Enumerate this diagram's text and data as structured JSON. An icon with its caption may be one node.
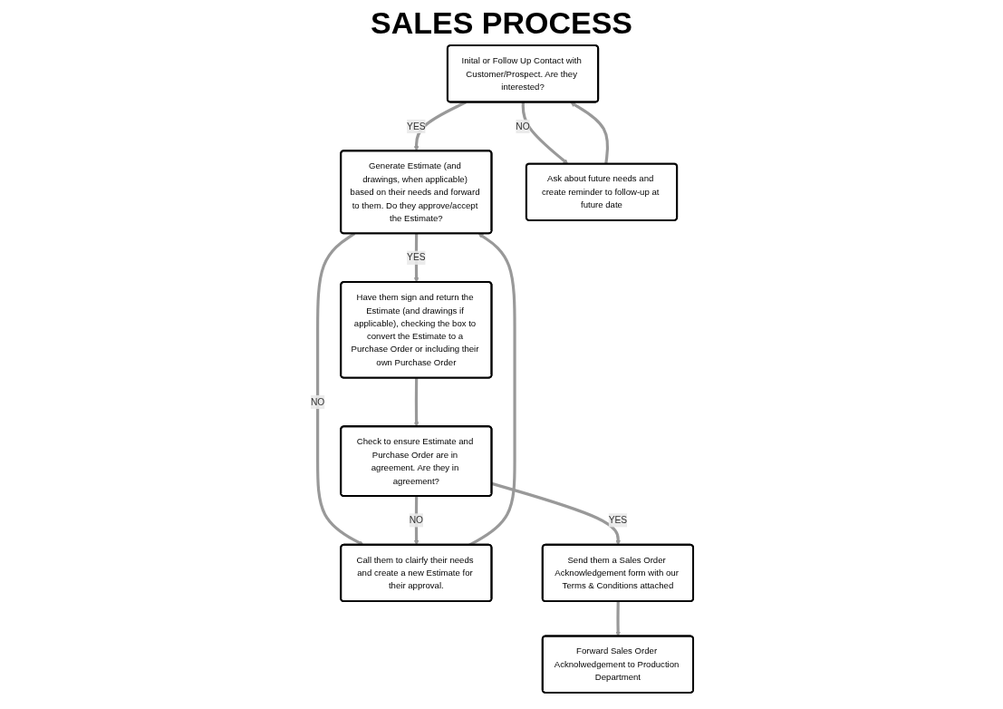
{
  "diagram": {
    "title": "SALES PROCESS",
    "nodes": [
      {
        "text": [
          "Inital or Follow Up Contact with Customer/Prospect. Are they interested?"
        ]
      },
      {
        "text": [
          "Generate Estimate (and drawings, when applicable) based on their needs and forward to them. Do they approve/accept the Estimate?"
        ]
      },
      {
        "text": [
          "Have them sign and return the Estimate (and drawings if applicable), checking the box to convert the Estimate to a Purchase Order or including their own Purchase Order"
        ]
      },
      {
        "text": [
          "Ask about future needs and create reminder to follow-up at future date"
        ]
      },
      {
        "text": [
          "Call them to clairfy their needs and create a new Estimate for their approval."
        ]
      },
      {
        "text": [
          "Check to ensure Estimate and Purchase Order are in agreement. Are they in agreement?"
        ]
      },
      {
        "text": [
          "Forward Sales Order Acknolwedgement to Production Department"
        ]
      },
      {
        "text": [
          "Send them a Sales Order Acknowledgement form with our Terms & Conditions attached"
        ]
      }
    ],
    "edges": [
      {
        "from": 0,
        "to": 1,
        "arrow": "to",
        "label": "YES"
      },
      {
        "from": 1,
        "to": 2,
        "arrow": "to",
        "label": "YES"
      },
      {
        "from": 0,
        "to": 3,
        "arrow": "to",
        "label": "NO"
      },
      {
        "from": 3,
        "to": 0,
        "arrow": "to"
      },
      {
        "from": 1,
        "to": 4,
        "arrow": "to",
        "label": "NO"
      },
      {
        "from": 4,
        "to": 1,
        "arrow": "to"
      },
      {
        "from": 2,
        "to": 5,
        "arrow": "to"
      },
      {
        "from": 5,
        "to": 4,
        "arrow": "to",
        "label": "NO"
      },
      {
        "from": 5,
        "to": 7,
        "arrow": "to",
        "label": "YES"
      },
      {
        "from": 7,
        "to": 6,
        "arrow": "to"
      }
    ]
  }
}
